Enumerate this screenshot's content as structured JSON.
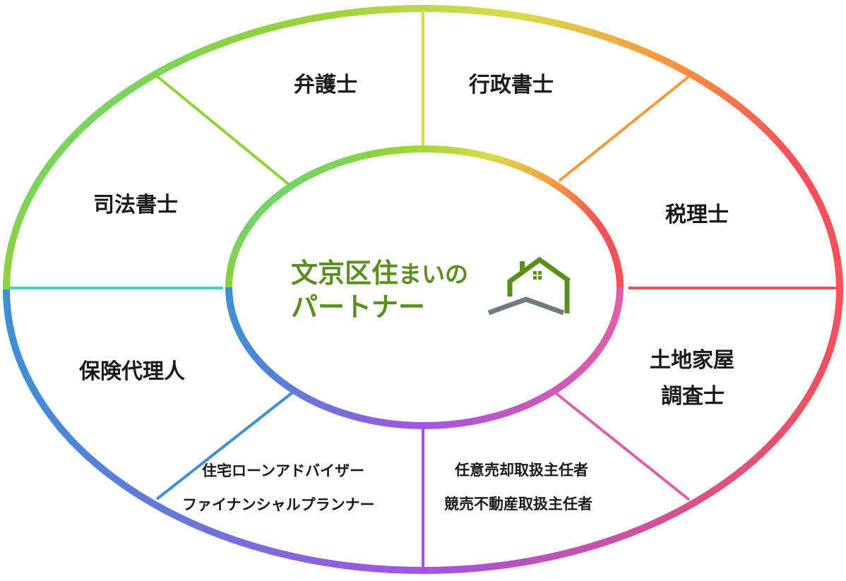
{
  "center": {
    "line1_main": "文京区住",
    "line1_sub": "まいの",
    "line2": "パートナー"
  },
  "segments": {
    "bengoshi": "弁護士",
    "gyosei": "行政書士",
    "zeirishi": "税理士",
    "tochi_line1": "土地家屋",
    "tochi_line2": "調査士",
    "ninni_line1": "任意売却取扱主任者",
    "ninni_line2": "競売不動産取扱主任者",
    "jutaku_line1": "住宅ローンアドバイザー",
    "jutaku_line2": "ファイナンシャルプランナー",
    "hoken": "保険代理人",
    "shiho": "司法書士"
  },
  "colors": {
    "green": "#8fd23a",
    "yellow": "#d9dc4a",
    "orange": "#f79a3e",
    "red": "#f6505a",
    "pink": "#e35da8",
    "purple": "#a553e0",
    "blue": "#3d8fd6",
    "teal": "#3dd9b5",
    "logo_green": "#5a8f1e",
    "logo_gray": "#6f7b80"
  }
}
